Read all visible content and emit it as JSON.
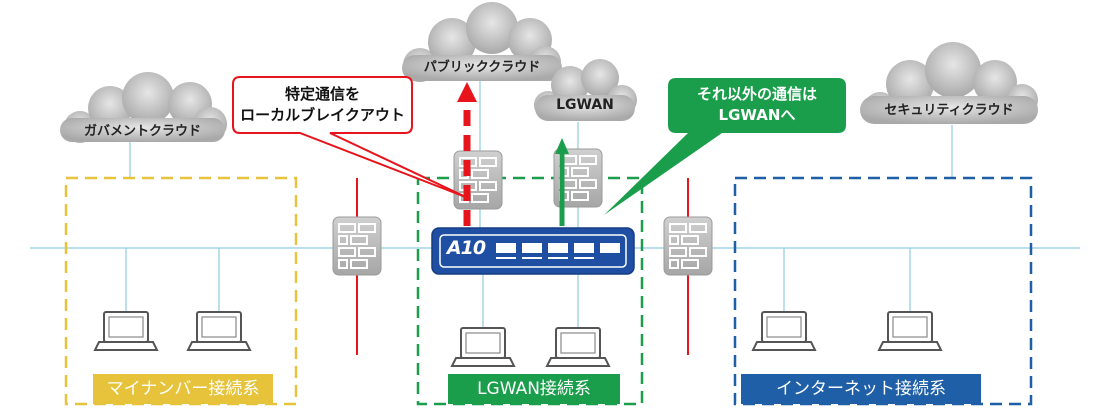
{
  "clouds": {
    "gov": "ガバメントクラウド",
    "public": "パブリッククラウド",
    "lgwan": "LGWAN",
    "security": "セキュリティクラウド"
  },
  "callouts": {
    "local_breakout": {
      "line1": "特定通信を",
      "line2": "ローカルブレイクアウト"
    },
    "lgwan_route": {
      "line1": "それ以外の通信は",
      "line2": "LGWANへ"
    }
  },
  "zones": {
    "mynumber": "マイナンバー接続系",
    "lgwan": "LGWAN接続系",
    "internet": "インターネット接続系"
  },
  "device": {
    "brand": "A10"
  },
  "colors": {
    "mynumber": "#e6c33a",
    "lgwan": "#1a9e4b",
    "internet": "#1f5fa8",
    "local_breakout": "#e8141c",
    "device": "#1f4fa3",
    "cloud": "#b4b4b4",
    "network_line": "#8fcbe0",
    "firewall": "#b9b9b9"
  }
}
